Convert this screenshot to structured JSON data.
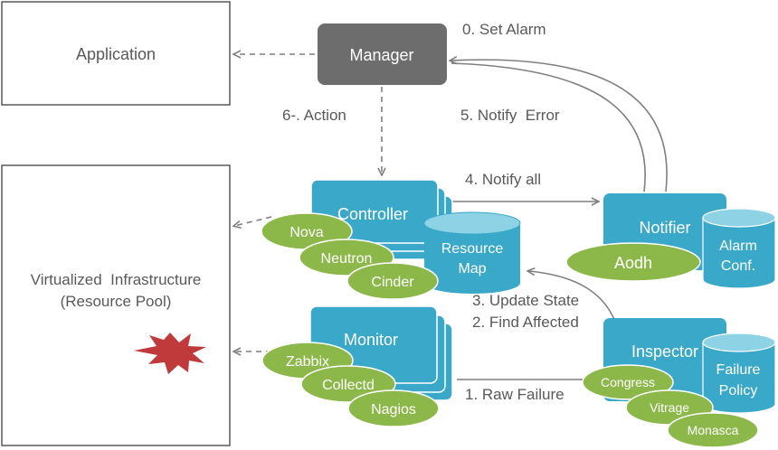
{
  "boxes": {
    "application": "Application",
    "infra_line1": "Virtualized  Infrastructure",
    "infra_line2": "(Resource Pool)",
    "manager": "Manager",
    "controller": "Controller",
    "monitor": "Monitor",
    "notifier": "Notifier",
    "inspector": "Inspector"
  },
  "databases": {
    "resource_map_line1": "Resource",
    "resource_map_line2": "Map",
    "alarm_conf_line1": "Alarm",
    "alarm_conf_line2": "Conf.",
    "failure_policy_line1": "Failure",
    "failure_policy_line2": "Policy"
  },
  "components": {
    "nova": "Nova",
    "neutron": "Neutron",
    "cinder": "Cinder",
    "zabbix": "Zabbix",
    "collectd": "Collectd",
    "nagios": "Nagios",
    "aodh": "Aodh",
    "congress": "Congress",
    "vitrage": "Vitrage",
    "monasca": "Monasca"
  },
  "steps": {
    "set_alarm": "0. Set Alarm",
    "raw_failure": "1. Raw Failure",
    "find_affected": "2. Find Affected",
    "update_state": "3. Update State",
    "notify_all": "4. Notify all",
    "notify_error": "5. Notify  Error",
    "action": "6-. Action"
  },
  "colors": {
    "teal": "#3aa8c8",
    "teal_light": "#5ec0d8",
    "green": "#8cb84a",
    "manager_gray": "#6d6d6d",
    "arrow_gray": "#7f7f7f",
    "text_gray": "#595959",
    "star_red": "#c0393b"
  }
}
